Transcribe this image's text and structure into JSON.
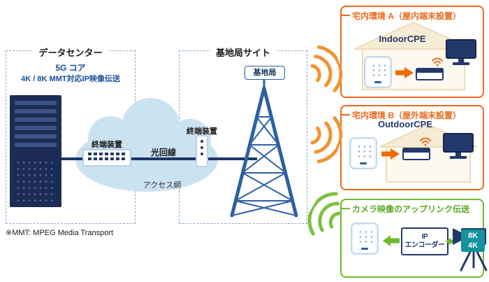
{
  "colors": {
    "accent_orange": "#e96b1e",
    "accent_green": "#6fb92c",
    "device_navy": "#24396b",
    "tower_blue": "#2e5fa4",
    "cloud_blue": "#cbe2f1",
    "badge_teal": "#14929e",
    "heading_blue": "#1a4f9d"
  },
  "datacenter": {
    "title": "データセンター",
    "subtitle_line1": "5G コア",
    "subtitle_line2": "4K / 8K MMT対応IP映像伝送",
    "terminal_label": "終端装置"
  },
  "network": {
    "optical_line_label": "光回線",
    "access_label": "アクセス網"
  },
  "base_station": {
    "title": "基地局サイト",
    "badge": "基地局",
    "terminal_label": "終端装置"
  },
  "home_a": {
    "title": "宅内環境 A（屋内端末設置）",
    "device_label": "IndoorCPE"
  },
  "home_b": {
    "title": "宅内環境 B（屋外端末設置）",
    "device_label": "OutdoorCPE"
  },
  "uplink": {
    "title": "カメラ映像のアップリンク伝送",
    "encoder_line1": "IP",
    "encoder_line2": "エンコーダー",
    "badge_line1": "8K",
    "badge_line2": "4K"
  },
  "footnote": "※MMT: MPEG Media Transport"
}
